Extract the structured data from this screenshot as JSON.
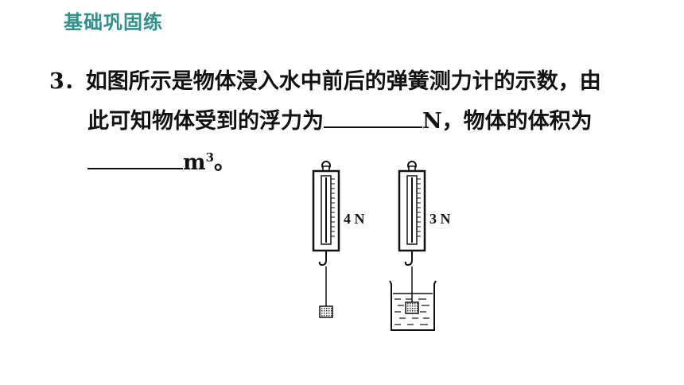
{
  "header": {
    "section": "基础巩固练"
  },
  "question": {
    "number": "3．",
    "line1": "如图所示是物体浸入水中前后的弹簧测力计的示数，由",
    "line2_pre": "此可知物体受到的浮力为",
    "line2_unit": "N，物体的体积为",
    "line3_unit": "m",
    "line3_exp": "3",
    "line3_end": "。"
  },
  "figure": {
    "left_reading": "4 N",
    "right_reading": "3 N"
  }
}
